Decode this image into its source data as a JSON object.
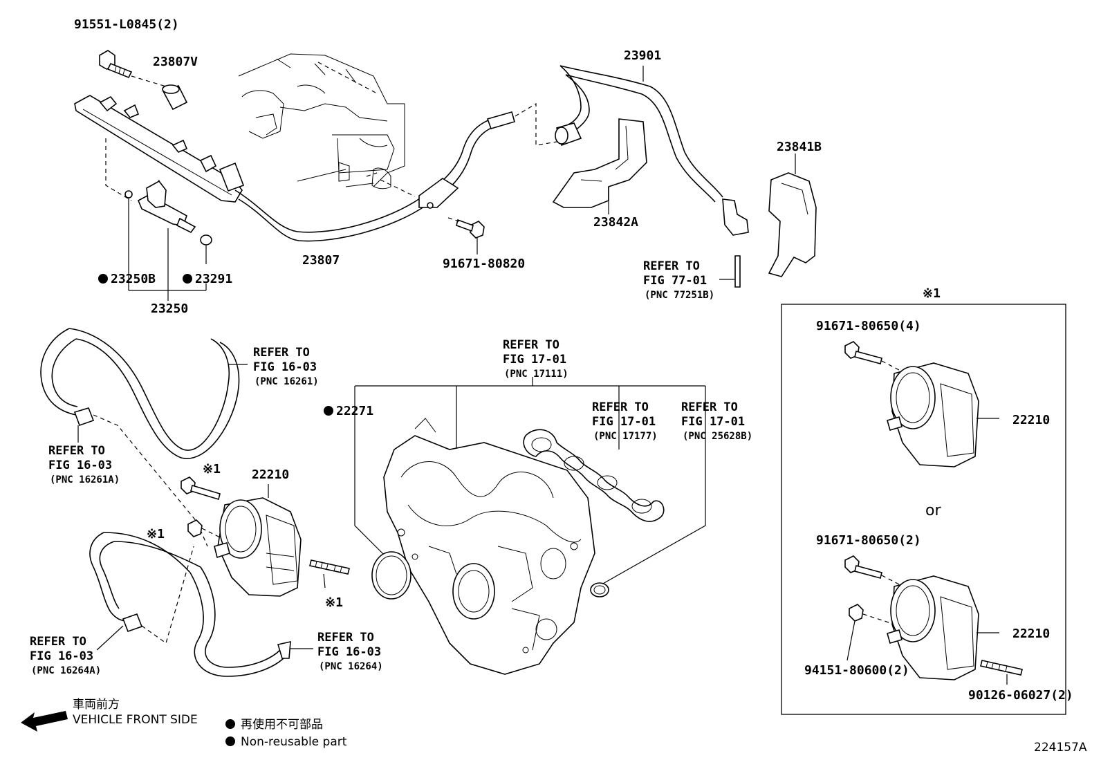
{
  "labels": {
    "bolt_91551": "91551-L0845(2)",
    "sleeve_23807V": "23807V",
    "pipe_23807": "23807",
    "inj_23250B": "23250B",
    "seal_23291": "23291",
    "inj_23250": "23250",
    "bolt_91671_80820": "91671-80820",
    "hose_23901": "23901",
    "bracket_23842A": "23842A",
    "cover_23841B": "23841B",
    "gasket_22271": "22271",
    "throttle_22210_main": "22210",
    "throttle_22210_opt1": "22210",
    "throttle_22210_opt2": "22210",
    "bolt_80650_4": "91671-80650(4)",
    "bolt_80650_2": "91671-80650(2)",
    "nut_94151": "94151-80600(2)",
    "stud_90126": "90126-06027(2)",
    "or_text": "or",
    "mark_box": "※1",
    "mark_bolt": "※1",
    "mark_nut": "※1",
    "mark_stud": "※1",
    "figure_id": "224157A"
  },
  "refs": {
    "r77": {
      "l1": "REFER TO",
      "l2": "FIG 77-01",
      "l3": "(PNC 77251B)"
    },
    "r16261": {
      "l1": "REFER TO",
      "l2": "FIG 16-03",
      "l3": "(PNC 16261)"
    },
    "r16261A": {
      "l1": "REFER TO",
      "l2": "FIG 16-03",
      "l3": "(PNC 16261A)"
    },
    "r16264A": {
      "l1": "REFER TO",
      "l2": "FIG 16-03",
      "l3": "(PNC 16264A)"
    },
    "r16264": {
      "l1": "REFER TO",
      "l2": "FIG 16-03",
      "l3": "(PNC 16264)"
    },
    "r17111": {
      "l1": "REFER TO",
      "l2": "FIG 17-01",
      "l3": "(PNC 17111)"
    },
    "r17177": {
      "l1": "REFER TO",
      "l2": "FIG 17-01",
      "l3": "(PNC 17177)"
    },
    "r25628B": {
      "l1": "REFER TO",
      "l2": "FIG 17-01",
      "l3": "(PNC 25628B)"
    }
  },
  "legend": {
    "front_jp": "車両前方",
    "front_en": "VEHICLE FRONT SIDE",
    "nonreuse_jp": "再使用不可部品",
    "nonreuse_en": "Non-reusable part"
  }
}
